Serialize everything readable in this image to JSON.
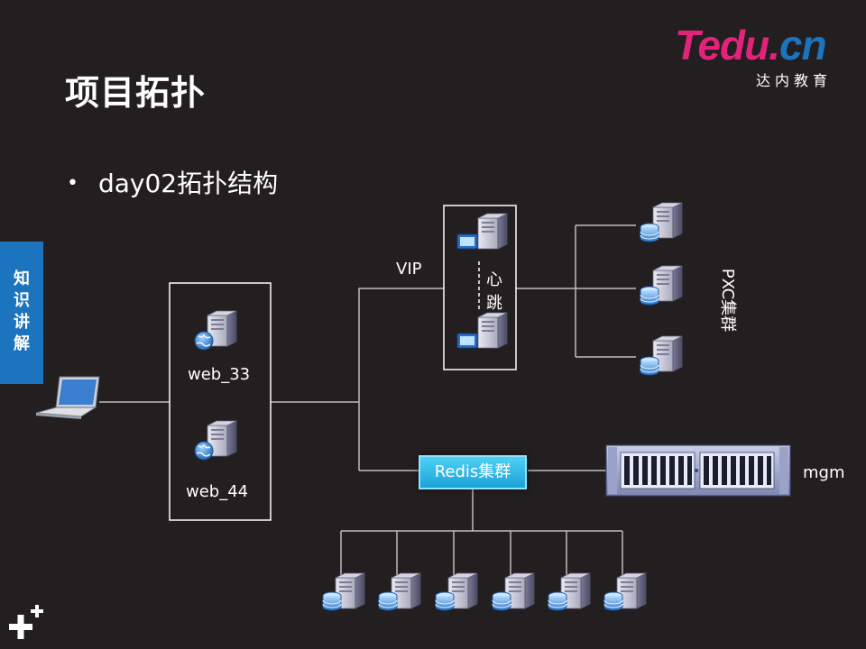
{
  "slide": {
    "title": "项目拓扑",
    "bullet": "day02拓扑结构",
    "side_tab": [
      "知",
      "识",
      "讲",
      "解"
    ]
  },
  "logo": {
    "main": "Tedu.cn",
    "sub": "达内教育",
    "brand_color": "#e2237a",
    "accent_color": "#1c74bf"
  },
  "diagram": {
    "web_nodes": [
      "web_33",
      "web_44"
    ],
    "vip_label": "VIP",
    "heartbeat_label": [
      "心",
      "跳"
    ],
    "pxc_label": "PXC集群",
    "redis_label": "Redis集群",
    "mgm_label": "mgm",
    "icons": {
      "client": "laptop-icon",
      "web": "web-server-icon",
      "proxy": "proxy-server-icon",
      "db": "database-server-icon",
      "mgm": "rack-server-icon"
    }
  }
}
